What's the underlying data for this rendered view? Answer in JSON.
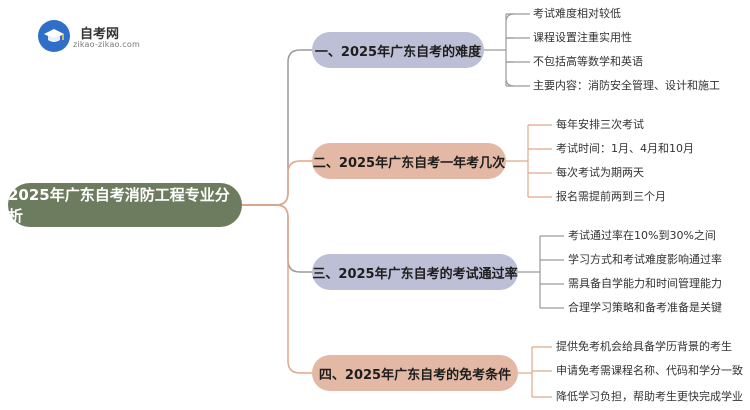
{
  "logo": {
    "name": "自考网",
    "url": "zikao-zikao.com"
  },
  "root": {
    "label": "2025年广东自考消防工程专业分析"
  },
  "branches": [
    {
      "label": "一、2025年广东自考的难度",
      "items": [
        "考试难度相对较低",
        "课程设置注重实用性",
        "不包括高等数学和英语",
        "主要内容：消防安全管理、设计和施工"
      ]
    },
    {
      "label": "二、2025年广东自考一年考几次",
      "items": [
        "每年安排三次考试",
        "考试时间：1月、4月和10月",
        "每次考试为期两天",
        "报名需提前两到三个月"
      ]
    },
    {
      "label": "三、2025年广东自考的考试通过率",
      "items": [
        "考试通过率在10%到30%之间",
        "学习方式和考试难度影响通过率",
        "需具备自学能力和时间管理能力",
        "合理学习策略和备考准备是关键"
      ]
    },
    {
      "label": "四、2025年广东自考的免考条件",
      "items": [
        "提供免考机会给具备学历背景的考生",
        "申请免考需课程名称、代码和学分一致",
        "降低学习负担，帮助考生更快完成学业"
      ]
    }
  ],
  "colors": {
    "root": "#6d7c5e",
    "branch_blue": "#bcbfd5",
    "branch_orange": "#e3b9a5",
    "line_gray": "#9a9a9a",
    "line_orange": "#e2a688"
  }
}
